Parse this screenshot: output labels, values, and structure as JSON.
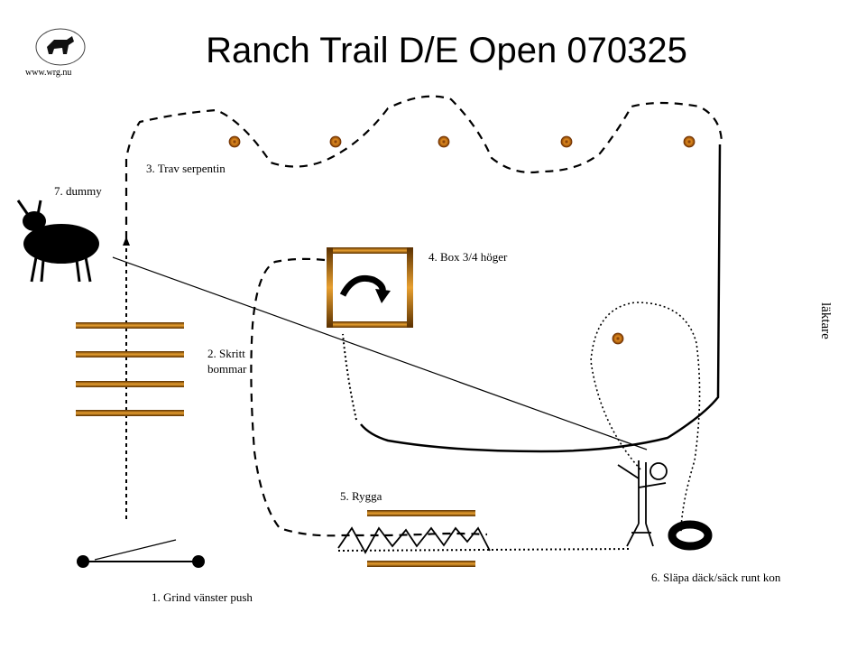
{
  "header": {
    "title": "Ranch Trail D/E Open 070325",
    "logo_url": "www.wrg.nu",
    "logo_icon": "western-riding-club-logo"
  },
  "labels": {
    "gate": "1. Grind vänster push",
    "walk_poles": "2. Skritt bommar",
    "trot_serpentine": "3. Trav serpentin",
    "box": "4. Box 3/4 höger",
    "back": "5. Rygga",
    "drag": "6. Släpa däck/säck runt kon",
    "dummy": "7. dummy",
    "stand": "läktare"
  },
  "colors": {
    "pole": "#b8700e",
    "cone": "#d98a1a",
    "line": "#000000"
  }
}
